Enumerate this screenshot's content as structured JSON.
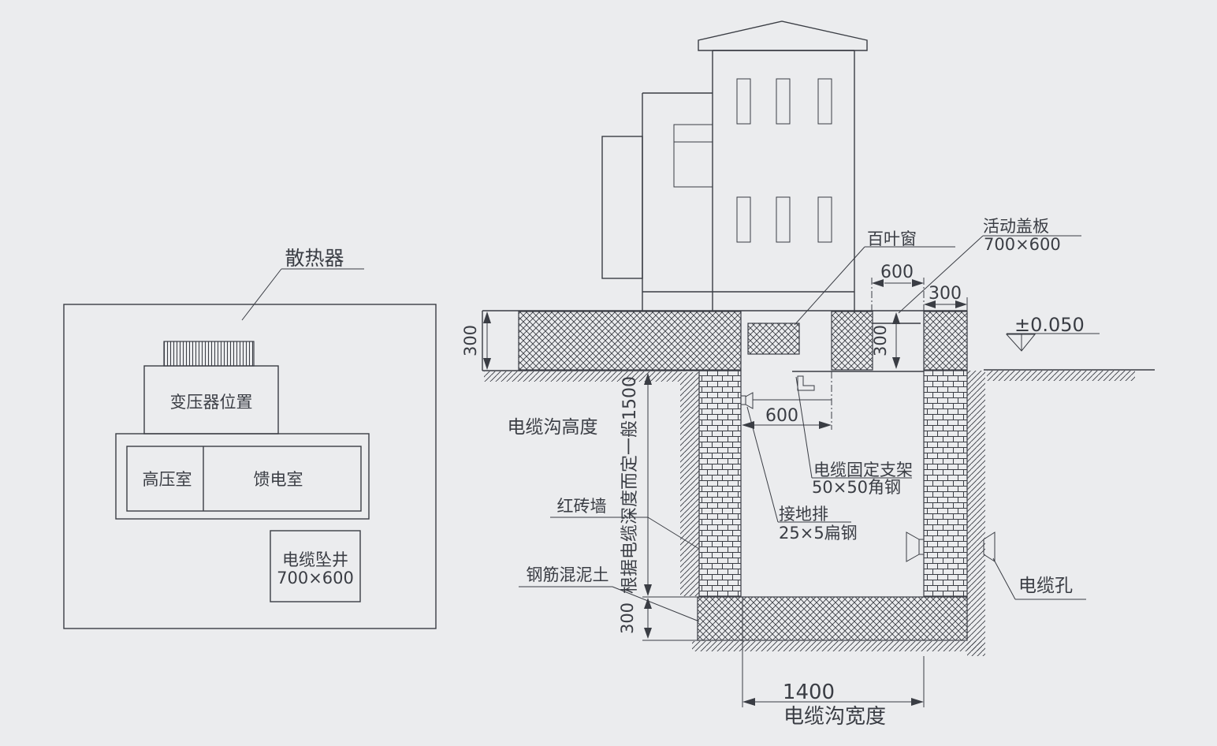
{
  "colors": {
    "background": "#ebecee",
    "ink": "#3a3d44"
  },
  "plan": {
    "radiator_label": "散热器",
    "transformer_label": "变压器位置",
    "hv_room_label": "高压室",
    "feeder_room_label": "馈电室",
    "cable_well_label": "电缆坠井",
    "cable_well_size": "700×600"
  },
  "section": {
    "louver_label": "百叶窗",
    "cover_label": "活动盖板",
    "cover_size": "700×600",
    "dim_opening_600": "600",
    "dim_wall_300": "300",
    "dim_cover_300": "300",
    "level_mark": "±0.050",
    "dim_slab_300": "300",
    "trench_height_label": "电缆沟高度",
    "depth_note": "根据电缆深度而定一般1500",
    "brick_wall_label": "红砖墙",
    "concrete_label": "钢筋混泥土",
    "dim_floor_300": "300",
    "bracket_label": "电缆固定支架",
    "bracket_spec": "50×50角钢",
    "ground_bar_label": "接地排",
    "ground_bar_spec": "25×5扁钢",
    "dim_bracket_600": "600",
    "cable_hole_label": "电缆孔",
    "dim_width_1400": "1400",
    "trench_width_label": "电缆沟宽度"
  }
}
